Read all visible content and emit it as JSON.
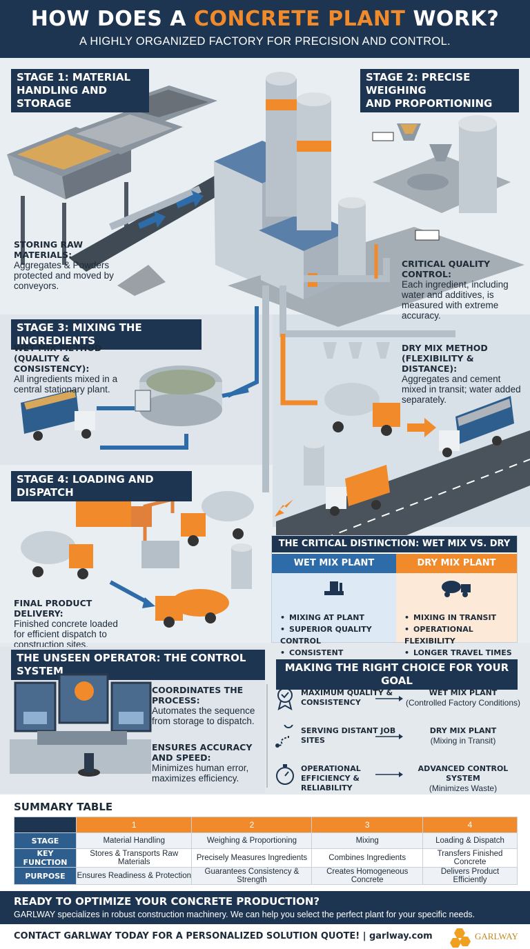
{
  "header": {
    "title_part1": "HOW DOES A ",
    "title_highlight": "CONCRETE PLANT",
    "title_part2": " WORK?",
    "subtitle": "A HIGHLY ORGANIZED FACTORY FOR PRECISION AND CONTROL."
  },
  "stages": [
    {
      "label_line1": "STAGE 1: MATERIAL",
      "label_line2": "HANDLING AND STORAGE"
    },
    {
      "label_line1": "STAGE 2: PRECISE WEIGHING",
      "label_line2": "AND PROPORTIONING"
    },
    {
      "label": "STAGE 3: MIXING THE INGREDIENTS"
    },
    {
      "label": "STAGE 4: LOADING AND DISPATCH"
    }
  ],
  "descriptions": {
    "storing": {
      "heading": "STORING RAW MATERIALS:",
      "text": "Aggregates & Powders protected and moved by conveyors."
    },
    "quality": {
      "heading": "CRITICAL QUALITY CONTROL:",
      "text": "Each ingredient, including water and additives, is measured with extreme accuracy."
    },
    "wet": {
      "heading": "WET MIX METHOD (QUALITY & CONSISTENCY):",
      "text": "All ingredients mixed in a central stationary plant."
    },
    "dry": {
      "heading": "DRY MIX METHOD (FLEXIBILITY & DISTANCE):",
      "text": "Aggregates and cement mixed in transit; water added separately."
    },
    "delivery": {
      "heading": "FINAL PRODUCT DELIVERY:",
      "text": "Finished concrete loaded for efficient dispatch to construction sites."
    }
  },
  "comparison": {
    "title": "THE CRITICAL DISTINCTION: WET MIX VS. DRY MIX PLANTS",
    "wet": {
      "label": "WET MIX PLANT",
      "points": [
        "MIXING AT PLANT",
        "SUPERIOR QUALITY CONTROL",
        "CONSISTENT UNIFORMITY"
      ]
    },
    "dry": {
      "label": "DRY MIX PLANT",
      "points": [
        "MIXING IN TRANSIT",
        "OPERATIONAL FLEXIBILITY",
        "LONGER TRAVEL TIMES"
      ]
    }
  },
  "control": {
    "title": "THE UNSEEN OPERATOR: THE CONTROL SYSTEM",
    "p1_heading": "COORDINATES THE PROCESS:",
    "p1_text": "Automates the sequence from storage to dispatch.",
    "p2_heading": "ENSURES ACCURACY AND SPEED:",
    "p2_text": "Minimizes human error, maximizes efficiency."
  },
  "choice": {
    "title": "MAKING THE RIGHT CHOICE FOR YOUR GOAL",
    "rows": [
      {
        "goal": "MAXIMUM QUALITY & CONSISTENCY",
        "result": "WET MIX PLANT",
        "note": "(Controlled Factory Conditions)",
        "icon": "award-icon"
      },
      {
        "goal": "SERVING DISTANT JOB SITES",
        "result": "DRY MIX PLANT",
        "note": "(Mixing in Transit)",
        "icon": "route-icon"
      },
      {
        "goal": "OPERATIONAL EFFICIENCY & RELIABILITY",
        "result": "ADVANCED CONTROL SYSTEM",
        "note": "(Minimizes Waste)",
        "icon": "stopwatch-icon"
      }
    ]
  },
  "summary": {
    "title": "SUMMARY TABLE",
    "columns": [
      "1",
      "2",
      "3",
      "4"
    ],
    "rows": [
      {
        "label": "STAGE",
        "cells": [
          "Material Handling",
          "Weighing & Proportioning",
          "Mixing",
          "Loading & Dispatch"
        ]
      },
      {
        "label": "KEY FUNCTION",
        "cells": [
          "Stores & Transports Raw Materials",
          "Precisely Measures Ingredients",
          "Combines Ingredients",
          "Transfers Finished Concrete"
        ]
      },
      {
        "label": "PURPOSE",
        "cells": [
          "Ensures Readiness & Protection",
          "Guarantees Consistency & Strength",
          "Creates Homogeneous Concrete",
          "Delivers Product Efficiently"
        ]
      }
    ]
  },
  "footer": {
    "cta_title": "READY TO OPTIMIZE YOUR CONCRETE PRODUCTION?",
    "cta_text": "GARLWAY specializes in robust construction machinery. We can help you select the perfect plant for your specific needs.",
    "contact": "CONTACT GARLWAY TODAY FOR A PERSONALIZED SOLUTION QUOTE!  | garlway.com",
    "logo_text": "GARLWAY"
  },
  "colors": {
    "navy": "#1d3550",
    "orange": "#f08a2a",
    "blue": "#2d5e8e",
    "light_blue": "#dde9f4",
    "light_orange": "#fde9d8"
  }
}
